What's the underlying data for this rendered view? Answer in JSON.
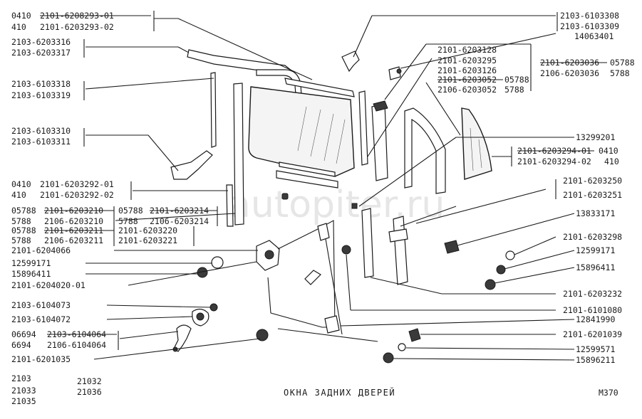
{
  "watermark": "autopiter.ru",
  "title": "ОКНА ЗАДНИХ ДВЕРЕЙ",
  "code": "М370",
  "models": [
    "2103",
    "21033",
    "21035",
    "21032",
    "21036"
  ],
  "labels": {
    "l1a": "0410",
    "l1b": "2101-6208293-01",
    "l2a": "410",
    "l2b": "2101-6203293-02",
    "l3": "2103-6203316",
    "l4": "2103-6203317",
    "l5": "2103-6103318",
    "l6": "2103-6103319",
    "l7": "2103-6103310",
    "l8": "2103-6103311",
    "l9a": "0410",
    "l9b": "2101-6203292-01",
    "l10a": "410",
    "l10b": "2101-6203292-02",
    "l11a": "05788",
    "l11b": "2101-6203210",
    "l11c": "05788",
    "l11d": "2101-6203214",
    "l12a": "5788",
    "l12b": "2106-6203210",
    "l12c": "5788",
    "l12d": "2106-6203214",
    "l13a": "05788",
    "l13b": "2101-6203211",
    "l13c": "2101-6203220",
    "l14a": "5788",
    "l14b": "2106-6203211",
    "l14c": "2101-6203221",
    "l15": "2101-6204066",
    "l16": "12599171",
    "l17": "15896411",
    "l18": "2101-6204020-01",
    "l19": "2103-6104073",
    "l20": "2103-6104072",
    "l21a": "06694",
    "l21b": "2103-6104064",
    "l22a": "6694",
    "l22b": "2106-6104064",
    "l23": "2101-6201035",
    "r1": "2103-6103308",
    "r2": "2103-6103309",
    "r3": "14063401",
    "r4": "2101-6203128",
    "r5": "2101-6203295",
    "r6": "2101-6203126",
    "r7a": "2101-6203052",
    "r7b": "05788",
    "r8a": "2106-6203052",
    "r8b": "5788",
    "r9a": "2101-6203036",
    "r9b": "05788",
    "r10a": "2106-6203036",
    "r10b": "5788",
    "r11": "13299201",
    "r12a": "2101-6203294-01",
    "r12b": "0410",
    "r13a": "2101-6203294-02",
    "r13b": "410",
    "r14": "2101-6203250",
    "r15": "2101-6203251",
    "r16": "13833171",
    "r17": "2101-6203298",
    "r18": "12599171",
    "r19": "15896411",
    "r20": "2101-6203232",
    "r21": "2101-6101080",
    "r22": "12841990",
    "r23": "2101-6201039",
    "r24": "12599571",
    "r25": "15896211"
  }
}
